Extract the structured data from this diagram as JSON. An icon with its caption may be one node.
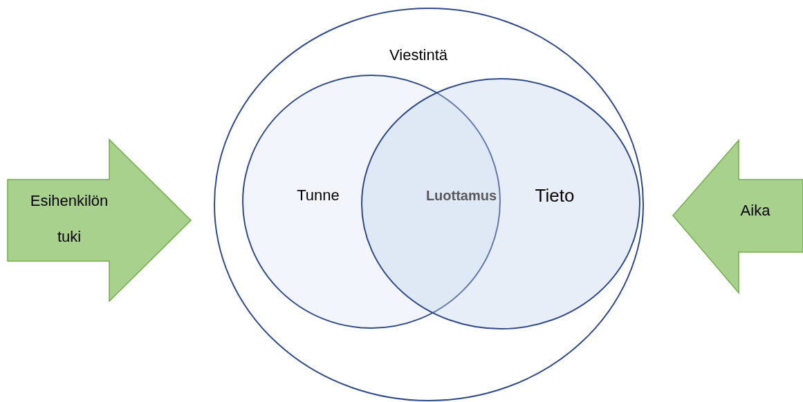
{
  "diagram": {
    "nodes": [
      {
        "text": [
          "Viestintä"
        ]
      },
      {
        "text": [
          "Tunne"
        ],
        "in": 0
      },
      {
        "text": [
          "Tieto"
        ],
        "in": 0
      },
      {
        "text": [
          "Esihenkilön tuki"
        ]
      },
      {
        "text": [
          "Aika"
        ]
      }
    ],
    "labels": [
      "Luottamus"
    ]
  }
}
